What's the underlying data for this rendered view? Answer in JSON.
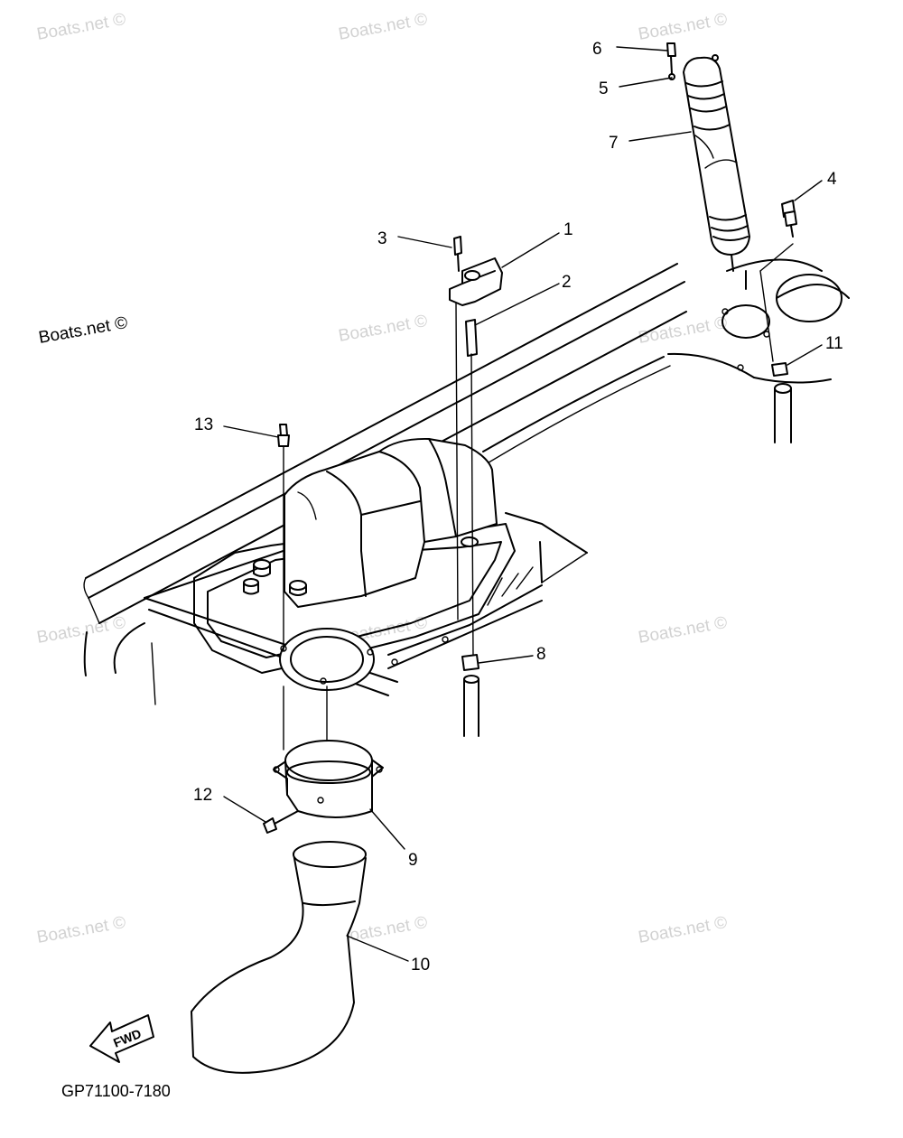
{
  "watermark_text": "Boats.net ©",
  "drawing_code": "GP71100-7180",
  "fwd_label": "FWD",
  "callouts": [
    "1",
    "2",
    "3",
    "4",
    "5",
    "6",
    "7",
    "8",
    "9",
    "10",
    "11",
    "12",
    "13"
  ]
}
